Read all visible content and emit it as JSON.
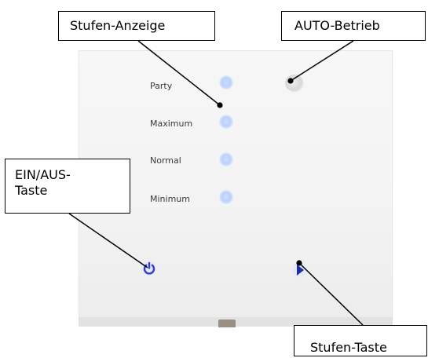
{
  "callouts": {
    "stufen_anzeige": "Stufen-Anzeige",
    "auto_betrieb": "AUTO-Betrieb",
    "ein_aus_line1": "EIN/AUS-",
    "ein_aus_line2": "Taste",
    "stufen_taste": "Stufen-Taste"
  },
  "levels": {
    "party": "Party",
    "maximum": "Maximum",
    "normal": "Normal",
    "minimum": "Minimum"
  },
  "icons": {
    "auto": "auto-mode-button-icon",
    "power": "power-icon",
    "step": "play-triangle-icon",
    "led": "led-indicator-icon"
  },
  "colors": {
    "led": "#c4d8ff",
    "power_ring": "#2d3fd0",
    "callout_border": "#000000"
  }
}
